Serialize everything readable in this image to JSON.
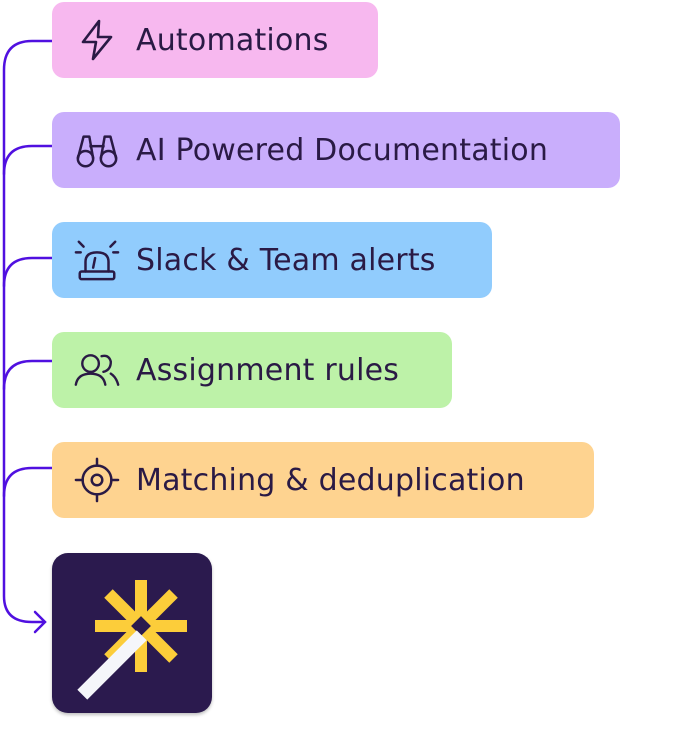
{
  "features": [
    {
      "label": "Automations",
      "icon": "lightning-icon",
      "color": "#f7b8ef"
    },
    {
      "label": "AI Powered Documentation",
      "icon": "binoculars-icon",
      "color": "#c9aefc"
    },
    {
      "label": "Slack & Team alerts",
      "icon": "siren-icon",
      "color": "#91ccfd"
    },
    {
      "label": "Assignment rules",
      "icon": "users-icon",
      "color": "#bdf2a8"
    },
    {
      "label": "Matching & deduplication",
      "icon": "target-icon",
      "color": "#fed390"
    }
  ],
  "connector_color": "#5010e0",
  "text_color": "#2a1a45",
  "app_icon": {
    "name": "magic-wand-icon",
    "background": "#2b1a4e",
    "star_color": "#fccd3a",
    "wand_color": "#f5f6fa"
  }
}
